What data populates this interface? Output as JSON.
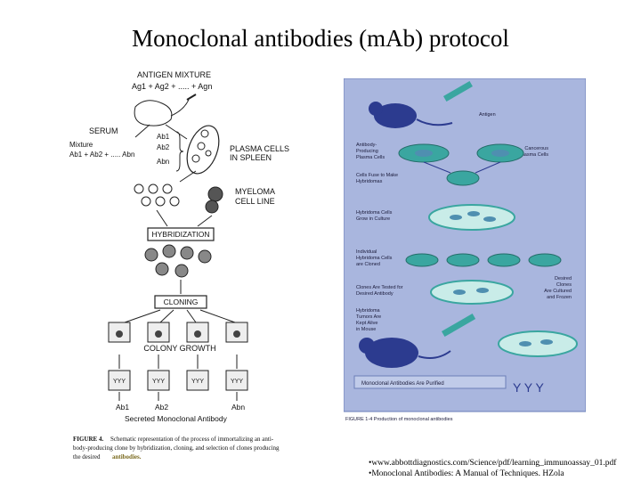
{
  "title": "Monoclonal antibodies (mAb) protocol",
  "left_figure": {
    "antigen_mixture": "ANTIGEN MIXTURE",
    "antigen_terms": "Ag1 + Ag2 + ..... + Agn",
    "serum": "SERUM",
    "mixture": "Mixture",
    "antibody_terms": "Ab1 + Ab2 + ..... Abn",
    "ab_list": [
      "Ab1",
      "Ab2",
      "Abn"
    ],
    "plasma_cells": "PLASMA CELLS",
    "in_spleen": "IN SPLEEN",
    "myeloma": "MYELOMA",
    "cell_line": "CELL LINE",
    "hybridization": "HYBRIDIZATION",
    "cloning": "CLONING",
    "colony_growth": "COLONY GROWTH",
    "bottom_abs": [
      "Ab1",
      "Ab2",
      "Abn"
    ],
    "secreted": "Secreted   Monoclonal Antibody",
    "caption_label": "FIGURE 4.",
    "caption_line1": "Schematic representation of the process of immortalizing an anti-",
    "caption_line2": "body-producing clone by hybridization, cloning, and selection of clones producing",
    "caption_line3_pre": "the desired",
    "caption_line3_em": "antibodies."
  },
  "right_figure": {
    "antigen": "Antigen",
    "antibody_producing": [
      "Antibody-",
      "Producing",
      "Plasma Cells"
    ],
    "cancerous": [
      "Cancerous",
      "Plasma Cells"
    ],
    "cell_fuse": [
      "Cells Fuse to Make",
      "Hybridomas"
    ],
    "hybridoma_grow": [
      "Hybridoma Cells",
      "Grow in Culture"
    ],
    "individual": [
      "Individual",
      "Hybridoma Cells",
      "are Cloned"
    ],
    "clones_tested": [
      "Clones Are Tested for",
      "Desired Antibody"
    ],
    "tumors": [
      "Hybridoma",
      "Tumors Are",
      "Kept Alive",
      "in Mouse"
    ],
    "desired_clones": [
      "Desired",
      "Clones",
      "Are Cultured",
      "and Frozen"
    ],
    "purified": "Monoclonal Antibodies Are Purified",
    "caption": "FIGURE 1-4  Production of monoclonal antibodies"
  },
  "references": [
    "•www.abbottdiagnostics.com/Science/pdf/learning_immunoassay_01.pdf",
    "•Monoclonal Antibodies: A Manual of Techniques.  HZola"
  ],
  "colors": {
    "panel": "#a9b6de",
    "panel_border": "#6b7fb8",
    "mouse": "#2c3b8f",
    "dish": "#3aa6a0",
    "cell": "#4f8fb0"
  }
}
